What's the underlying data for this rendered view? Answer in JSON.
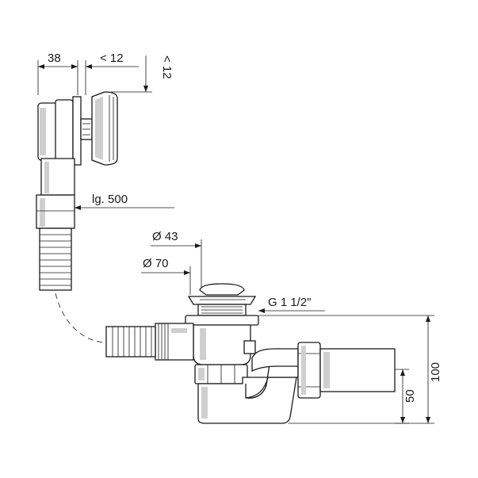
{
  "dimensions": {
    "width_38": "38",
    "gap_12_h": "< 12",
    "gap_12_v": "< 12",
    "length": "lg. 500",
    "diameter_43": "Ø 43",
    "diameter_70": "Ø 70",
    "thread": "G 1 1/2\"",
    "height_100": "100",
    "height_50": "50"
  },
  "colors": {
    "line": "#1a1a1a",
    "shade": "#cfcfcf",
    "background": "#ffffff"
  }
}
